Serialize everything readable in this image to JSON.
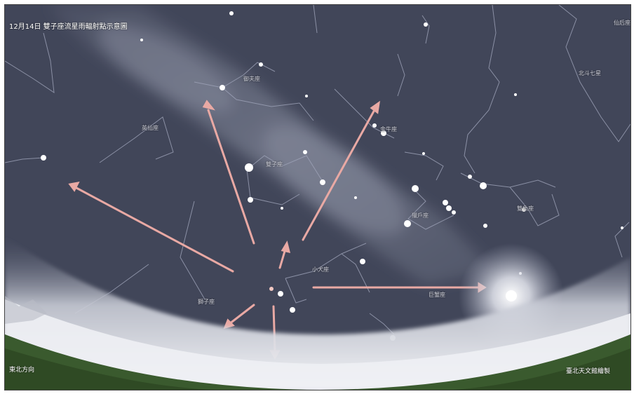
{
  "caption": "12月14日 雙子座流星雨輻射點示意圖",
  "bottom_left_label": "東北方向",
  "bottom_right_credit": "臺北天文館繪製",
  "constellation_labels": [
    {
      "text": "仙后座"
    },
    {
      "text": "英仙座"
    },
    {
      "text": "御夫座"
    },
    {
      "text": "雙子座"
    },
    {
      "text": "獵戶座"
    },
    {
      "text": "金牛座"
    },
    {
      "text": "雙魚座"
    },
    {
      "text": "巨蟹座"
    },
    {
      "text": "小犬座"
    },
    {
      "text": "獅子座"
    },
    {
      "text": "北斗七星"
    }
  ],
  "colors": {
    "sky": "#3e4356",
    "meteor": "#e9a9a4",
    "ground": "#3c5a30",
    "horizon_glow": "#e8eaf0"
  }
}
